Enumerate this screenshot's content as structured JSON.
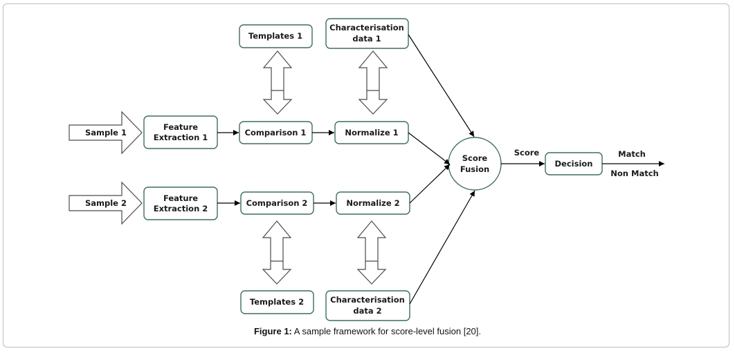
{
  "nodes": {
    "sample1": "Sample 1",
    "sample2": "Sample 2",
    "feature1": [
      "Feature",
      "Extraction 1"
    ],
    "feature2": [
      "Feature",
      "Extraction 2"
    ],
    "comparison1": "Comparison 1",
    "comparison2": "Comparison 2",
    "normalize1": "Normalize 1",
    "normalize2": "Normalize 2",
    "templates1": "Templates 1",
    "templates2": "Templates 2",
    "charData1": [
      "Characterisation",
      "data 1"
    ],
    "charData2": [
      "Characterisation",
      "data 2"
    ],
    "scoreFusion": [
      "Score",
      "Fusion"
    ],
    "decision": "Decision"
  },
  "edge_labels": {
    "score": "Score",
    "match": "Match",
    "nonMatch": "Non Match"
  },
  "caption": {
    "label": "Figure 1:",
    "text": " A sample framework for score-level fusion [20]."
  }
}
